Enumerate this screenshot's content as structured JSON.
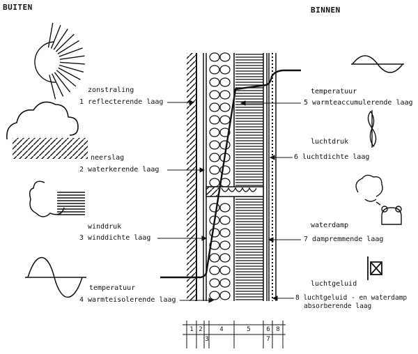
{
  "headers": {
    "outside": "BUITEN",
    "inside": "BINNEN"
  },
  "outside_labels": {
    "solar": "zonstraling",
    "layer1": "1 reflecterende laag",
    "precip": "neerslag",
    "layer2": "2 waterkerende laag",
    "wind": "winddruk",
    "layer3": "3 winddichte laag",
    "temp": "temperatuur",
    "layer4": "4 warmteisolerende laag"
  },
  "inside_labels": {
    "temp": "temperatuur",
    "layer5": "5 warmteaccumulerende laag",
    "airpressure": "luchtdruk",
    "layer6": "6 luchtdichte laag",
    "vapour": "waterdamp",
    "layer7": "7 dampremmende laag",
    "airsound": "luchtgeluid",
    "layer8_line1": "8 luchtgeluid - en waterdamp",
    "layer8_line2": "absorberende laag"
  },
  "scale_numbers": {
    "n1": "1",
    "n2": "2",
    "n3": "3",
    "n4": "4",
    "n5": "5",
    "n6": "6",
    "n7": "7",
    "n8": "8"
  },
  "icons": {
    "sun": "sun-icon",
    "rain": "rain-cloud-icon",
    "wind": "wind-cloud-icon",
    "wave_out": "sine-wave-icon",
    "wave_in": "sine-wave-icon",
    "fan": "propeller-icon",
    "steam": "steam-kettle-icon",
    "speaker": "speaker-icon"
  }
}
